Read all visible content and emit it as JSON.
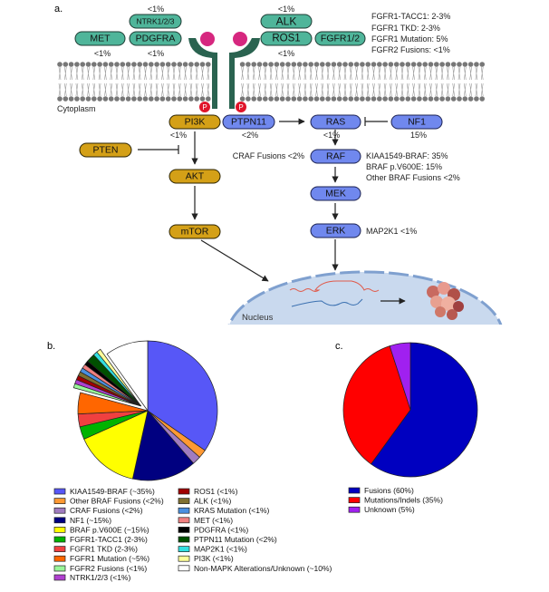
{
  "panel_a": {
    "label": "a.",
    "receptors": {
      "ntrk": {
        "label": "NTRK1/2/3",
        "freq": "<1%"
      },
      "met": {
        "label": "MET",
        "freq": "<1%"
      },
      "pdgfra": {
        "label": "PDGFRA",
        "freq": "<1%"
      },
      "alk": {
        "label": "ALK",
        "freq": "<1%"
      },
      "ros1": {
        "label": "ROS1",
        "freq": "<1%"
      },
      "fgfr": {
        "label": "FGFR1/2"
      }
    },
    "fgfr_notes": [
      "FGFR1-TACC1: 2-3%",
      "FGFR1 TKD: 2-3%",
      "FGFR1 Mutation: 5%",
      "FGFR2 Fusions: <1%"
    ],
    "cytoplasm_label": "Cytoplasm",
    "phospho_label": "P",
    "nodes": {
      "pi3k": {
        "label": "PI3K",
        "freq": "<1%"
      },
      "ptpn11": {
        "label": "PTPN11",
        "freq": "<2%"
      },
      "ras": {
        "label": "RAS",
        "freq": "<1%"
      },
      "nf1": {
        "label": "NF1",
        "freq": "15%"
      },
      "pten": {
        "label": "PTEN"
      },
      "akt": {
        "label": "AKT"
      },
      "mtor": {
        "label": "mTOR"
      },
      "raf": {
        "label": "RAF"
      },
      "mek": {
        "label": "MEK"
      },
      "erk": {
        "label": "ERK"
      }
    },
    "craf_note": "CRAF Fusions <2%",
    "raf_notes": [
      "KIAA1549-BRAF: 35%",
      "BRAF p.V600E: 15%",
      "Other BRAF Fusions <2%"
    ],
    "erk_note": "MAP2K1 <1%",
    "nucleus_label": "Nucleus",
    "colors": {
      "receptor": "#2a6350",
      "ligand": "#d6277f",
      "rtk": "#4fb59a",
      "pi3k_path": "#d4a017",
      "mapk_path": "#7088ee",
      "nucleus": "#c9d9ee"
    }
  },
  "chart_data": [
    {
      "panel_label": "b.",
      "type": "pie",
      "start": "top",
      "direction": "clockwise",
      "exploded": [
        "FGFR2 Fusions (<1%)",
        "NTRK1/2/3 (<1%)",
        "ROS1 (<1%)",
        "ALK (<1%)",
        "KRAS Mutation (<1%)",
        "MET (<1%)",
        "PDGFRA (<1%)",
        "PTPN11 Mutation (<2%)",
        "MAP2K1 (<1%)",
        "PI3K (<1%)"
      ],
      "slices": [
        {
          "name": "KIAA1549-BRAF (~35%)",
          "value": 35,
          "color": "#5757f7"
        },
        {
          "name": "Other BRAF Fusions (<2%)",
          "value": 2,
          "color": "#ff9933"
        },
        {
          "name": "CRAF Fusions (<2%)",
          "value": 2,
          "color": "#a07cc0"
        },
        {
          "name": "NF1 (~15%)",
          "value": 15,
          "color": "#000080"
        },
        {
          "name": "BRAF p.V600E (~15%)",
          "value": 15,
          "color": "#ffff00"
        },
        {
          "name": "FGFR1-TACC1 (2-3%)",
          "value": 3,
          "color": "#00b300"
        },
        {
          "name": "FGFR1 TKD (2-3%)",
          "value": 3,
          "color": "#f04040"
        },
        {
          "name": "FGFR1 Mutation (~5%)",
          "value": 5,
          "color": "#ff6600"
        },
        {
          "name": "FGFR2 Fusions (<1%)",
          "value": 1,
          "color": "#99f599"
        },
        {
          "name": "NTRK1/2/3 (<1%)",
          "value": 1,
          "color": "#b040d0"
        },
        {
          "name": "ROS1 (<1%)",
          "value": 1,
          "color": "#a00000"
        },
        {
          "name": "ALK (<1%)",
          "value": 1,
          "color": "#807030"
        },
        {
          "name": "KRAS Mutation (<1%)",
          "value": 1,
          "color": "#4a90e0"
        },
        {
          "name": "MET (<1%)",
          "value": 1,
          "color": "#f08080"
        },
        {
          "name": "PDGFRA (<1%)",
          "value": 1,
          "color": "#000000"
        },
        {
          "name": "PTPN11 Mutation (<2%)",
          "value": 2,
          "color": "#005000"
        },
        {
          "name": "MAP2K1 (<1%)",
          "value": 1,
          "color": "#33e0e0"
        },
        {
          "name": "PI3K (<1%)",
          "value": 1,
          "color": "#ffff99"
        },
        {
          "name": "Non-MAPK Alterations/Unknown (~10%)",
          "value": 10,
          "color": "#ffffff"
        }
      ]
    },
    {
      "panel_label": "c.",
      "type": "pie",
      "start": "top",
      "direction": "clockwise",
      "slices": [
        {
          "name": "Fusions (60%)",
          "value": 60,
          "color": "#0000c0"
        },
        {
          "name": "Mutations/Indels (35%)",
          "value": 35,
          "color": "#ff0000"
        },
        {
          "name": "Unknown (5%)",
          "value": 5,
          "color": "#a020f0"
        }
      ]
    }
  ]
}
